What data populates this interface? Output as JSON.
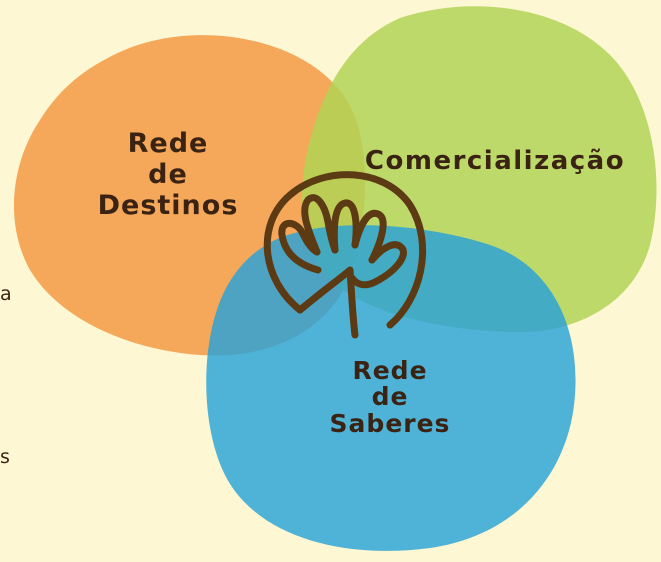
{
  "colors": {
    "background": "#fdf7d3",
    "orange": "#f4a04f",
    "green": "#b2d356",
    "blue": "#28a2d8",
    "ink": "#3b2313",
    "symbol": "#5b3a14"
  },
  "diagram": {
    "circles": [
      {
        "id": "destinos",
        "lines": [
          "Rede",
          "de",
          "Destinos"
        ],
        "color": "#f4a04f"
      },
      {
        "id": "comercializacao",
        "lines": [
          "Comercialização"
        ],
        "color": "#b2d356"
      },
      {
        "id": "saberes",
        "lines": [
          "Rede",
          "de",
          "Saberes"
        ],
        "color": "#28a2d8"
      }
    ],
    "center_symbol": "hand-in-circle-icon",
    "edge_fragments": [
      "a",
      "s"
    ]
  }
}
